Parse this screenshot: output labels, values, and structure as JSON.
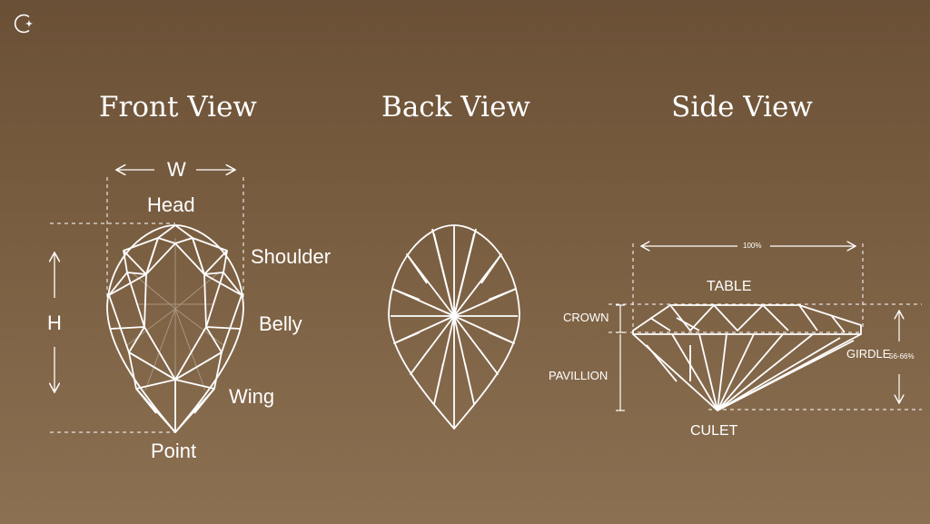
{
  "colors": {
    "line": "#ffffff",
    "background_top": "#6a5036",
    "background_bottom": "#8c7052",
    "faint_facets": "#a8957f"
  },
  "logo": {
    "icon": "moon-star-icon"
  },
  "views": {
    "front": {
      "title": "Front View"
    },
    "back": {
      "title": "Back View"
    },
    "side": {
      "title": "Side View"
    }
  },
  "front_labels": {
    "width": "W",
    "height": "H",
    "head": "Head",
    "shoulder": "Shoulder",
    "belly": "Belly",
    "wing": "Wing",
    "point": "Point"
  },
  "side_labels": {
    "total_width": "100%",
    "table": "TABLE",
    "crown": "CROWN",
    "pavilion": "PAVILLION",
    "girdle": "GIRDLE",
    "depth": "56-66%",
    "culet": "CULET"
  }
}
